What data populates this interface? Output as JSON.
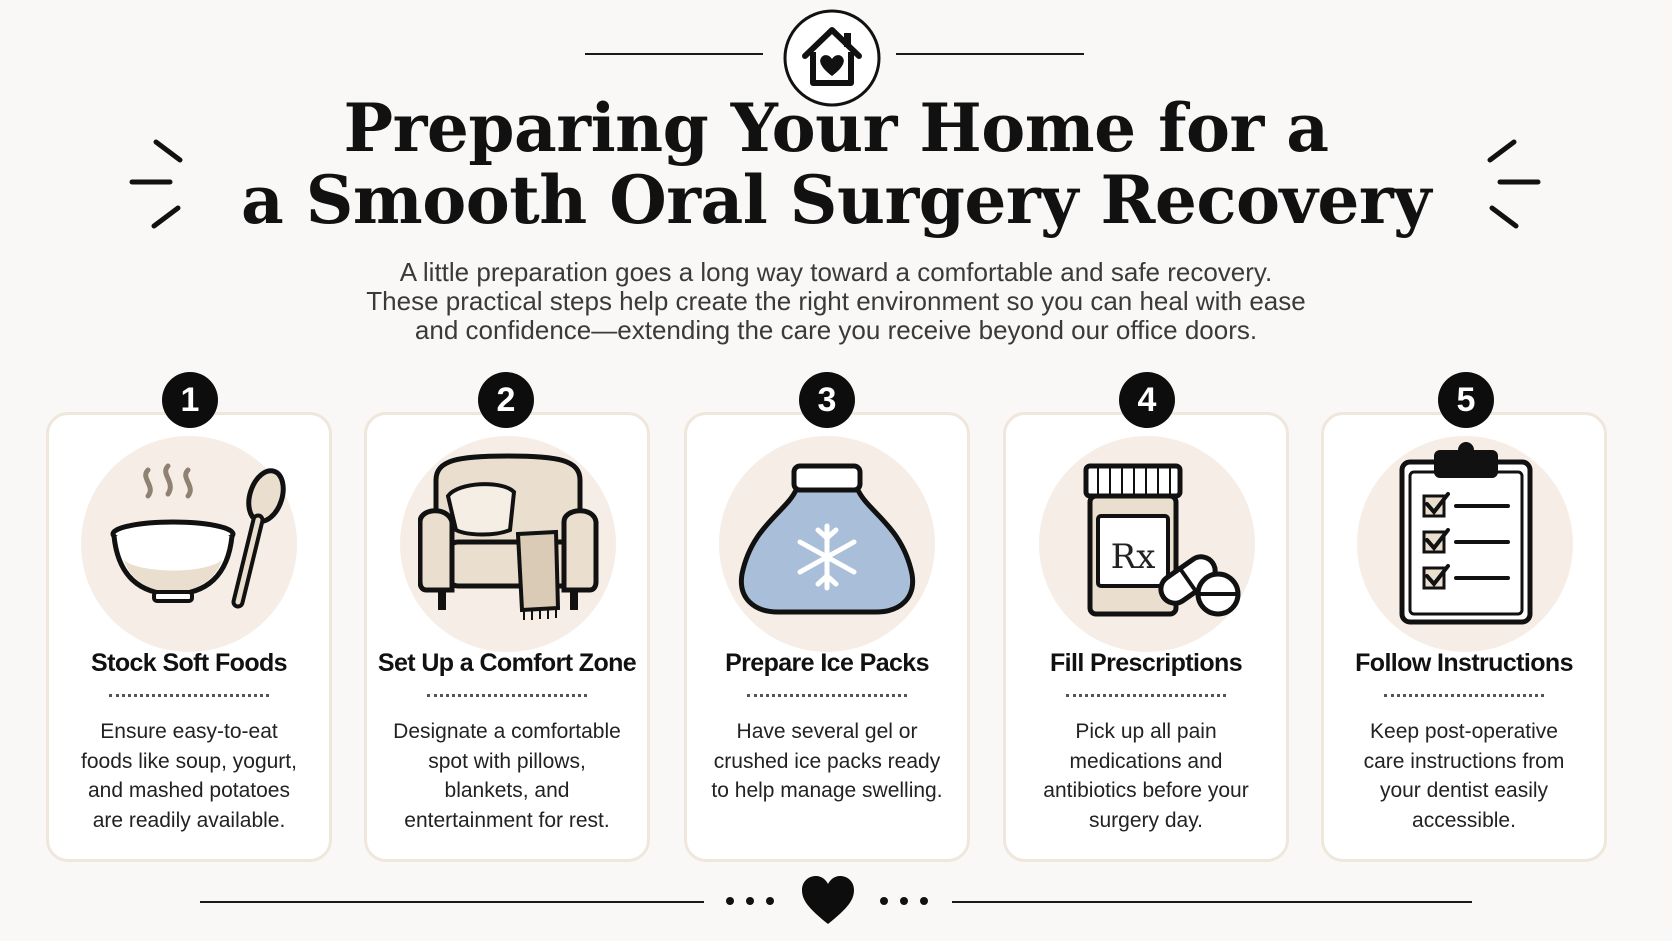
{
  "header": {
    "title_line1": "Preparing Your Home for a",
    "title_line2": "a Smooth Oral Surgery Recovery",
    "subtitle_line1": "A little preparation goes a long way toward a comfortable and safe recovery.",
    "subtitle_line2": "These practical steps help create the right environment so you can heal with ease",
    "subtitle_line3": "and confidence—extending the care you receive beyond our office doors."
  },
  "steps": [
    {
      "number": "1",
      "title": "Stock Soft Foods",
      "icon": "soup-bowl-icon",
      "desc": [
        "Ensure easy-to-eat",
        "foods like soup, yogurt,",
        "and mashed potatoes",
        "are readily available."
      ]
    },
    {
      "number": "2",
      "title": "Set Up a Comfort Zone",
      "icon": "armchair-icon",
      "desc": [
        "Designate a comfortable",
        "spot with pillows,",
        "blankets, and",
        "entertainment for rest."
      ]
    },
    {
      "number": "3",
      "title": "Prepare Ice Packs",
      "icon": "ice-pack-icon",
      "desc": [
        "Have several gel or",
        "crushed ice packs ready",
        "to help manage swelling."
      ]
    },
    {
      "number": "4",
      "title": "Fill Prescriptions",
      "icon": "prescription-bottle-icon",
      "desc": [
        "Pick up all pain",
        "medications and",
        "antibiotics before your",
        "surgery day."
      ]
    },
    {
      "number": "5",
      "title": "Follow Instructions",
      "icon": "clipboard-checklist-icon",
      "desc": [
        "Keep post-operative",
        "care instructions from",
        "your dentist easily",
        "accessible."
      ]
    }
  ],
  "icons": {
    "header": "home-heart-icon",
    "footer": "heart-icon",
    "rx_label": "Rx"
  },
  "colors": {
    "background": "#f9f8f6",
    "card_border": "#efe6dc",
    "icon_circle": "#f6eee6",
    "ice_pack_blue": "#a9bfd9",
    "chair_beige": "#eadfce",
    "badge": "#0d0d0d"
  }
}
